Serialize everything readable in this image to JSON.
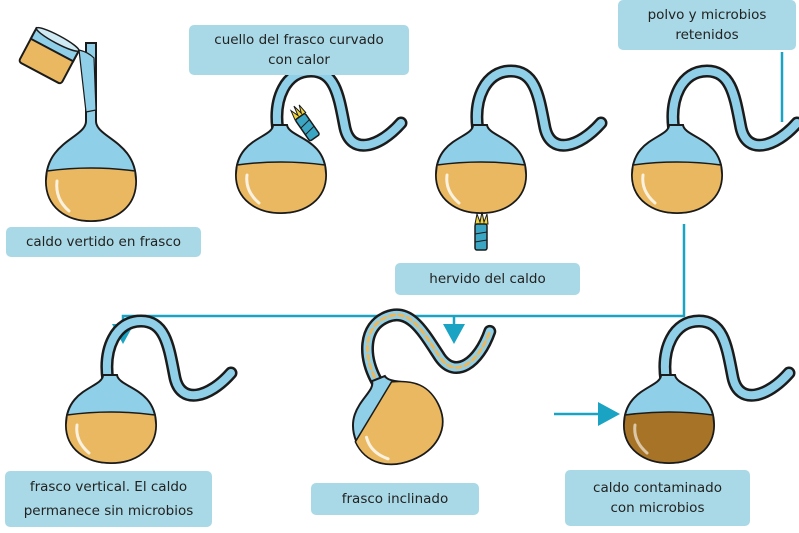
{
  "colors": {
    "label_bg": "#a9d9e6",
    "arrow": "#1aa3c2",
    "glass": "#8fd0e8",
    "outline": "#1b1b1b",
    "broth": "#e9b860",
    "broth_dark": "#a77427",
    "burner_body": "#3aa6c3",
    "flame": "#f0d43a"
  },
  "labels": {
    "step1": "caldo vertido en frasco",
    "step2_line1": "cuello del frasco curvado",
    "step2_line2": "con calor",
    "step3": "hervido del caldo",
    "step4_line1": "polvo y microbios",
    "step4_line2": "retenidos",
    "result_upright_line1": "frasco vertical. El caldo",
    "result_upright_line2": "permanece sin microbios",
    "result_tilted": "frasco inclinado",
    "result_contaminated_line1": "caldo contaminado",
    "result_contaminated_line2": "con microbios"
  },
  "icons": {
    "pour": "beaker-pour-icon",
    "burner": "burner-flame-icon",
    "arrow": "arrow-icon"
  }
}
